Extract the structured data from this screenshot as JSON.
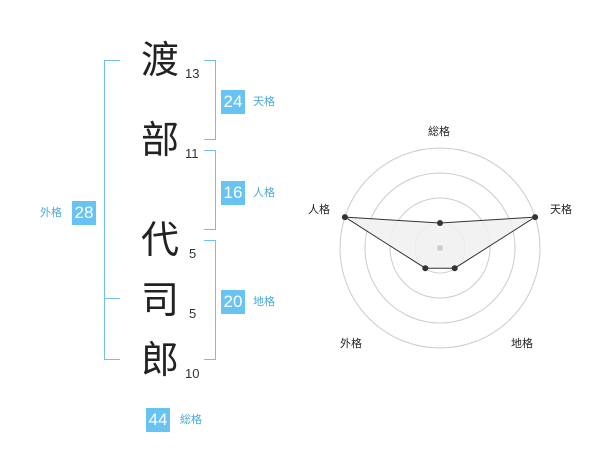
{
  "name": {
    "characters": [
      {
        "char": "渡",
        "strokes": "13"
      },
      {
        "char": "部",
        "strokes": "11"
      },
      {
        "char": "代",
        "strokes": "5"
      },
      {
        "char": "司",
        "strokes": "5"
      },
      {
        "char": "郎",
        "strokes": "10"
      }
    ]
  },
  "grids": {
    "tenkaku": {
      "value": "24",
      "label": "天格"
    },
    "jinkaku": {
      "value": "16",
      "label": "人格"
    },
    "chikaku": {
      "value": "20",
      "label": "地格"
    },
    "gaikaku": {
      "value": "28",
      "label": "外格"
    },
    "soukaku": {
      "value": "44",
      "label": "総格"
    }
  },
  "chart_data": {
    "type": "radar",
    "axes": [
      "総格",
      "天格",
      "地格",
      "外格",
      "人格"
    ],
    "values": [
      0.25,
      1.0,
      0.25,
      0.25,
      1.0
    ],
    "rings": 4,
    "colors": {
      "fill": "#f0f0f0",
      "stroke": "#333333",
      "grid": "#cccccc",
      "point": "#333333",
      "center": "#cccccc"
    }
  },
  "colors": {
    "accent": "#68c3f3",
    "bracket": "#6ec0ee",
    "label": "#4aa8e0"
  }
}
